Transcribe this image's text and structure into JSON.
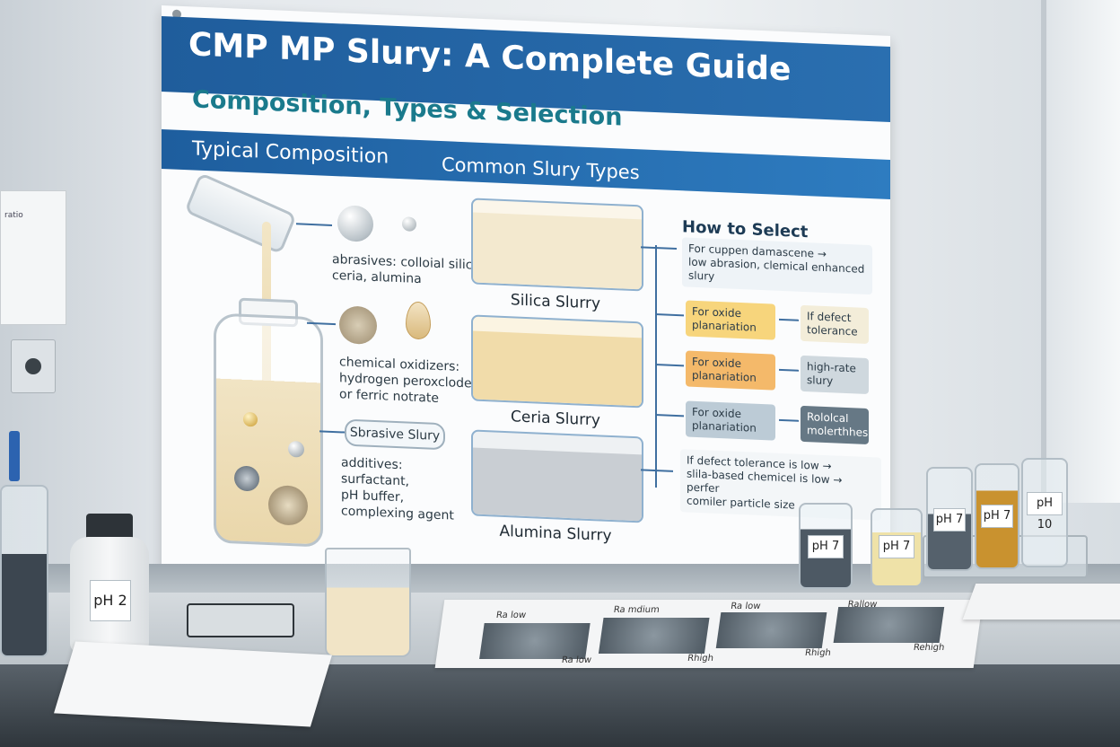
{
  "poster": {
    "title": "CMP MP Slury: A Complete Guide",
    "subtitle": "Composition, Types & Selection",
    "sections": {
      "composition": "Typical Composition",
      "types": "Common Slury Types"
    },
    "composition": {
      "abrasives": [
        "abrasives: colloial silica,",
        "ceria, alumina"
      ],
      "oxidizers": [
        "chemical oxidizers:",
        "hydrogen peroxclode",
        "or ferric notrate"
      ],
      "label_box": "Sbrasive Slury",
      "additives": [
        "additives:",
        "surfactant,",
        "pH buffer,",
        "complexing agent"
      ]
    },
    "slurry_types": [
      {
        "label": "Silica Slurry",
        "color": "#f3e9cf"
      },
      {
        "label": "Ceria Slurry",
        "color": "#f1dcaa"
      },
      {
        "label": "Alumina Slurry",
        "color": "#c9ced3"
      }
    ],
    "selection": {
      "title": "How to Select",
      "top_rule": [
        "For cuppen damascene →",
        "low abrasion, clemical enhanced slury"
      ],
      "rows": [
        {
          "left": [
            "For oxide",
            "planariation"
          ],
          "left_color": "#f7d57c",
          "right": [
            "If defect",
            "tolerance"
          ],
          "right_color": "#f3edd9"
        },
        {
          "left": [
            "For oxide",
            "planariation"
          ],
          "left_color": "#f4b96a",
          "right": [
            "high-rate",
            "slury"
          ],
          "right_color": "#cfd8de"
        },
        {
          "left": [
            "For oxide",
            "planariation"
          ],
          "left_color": "#bccbd6",
          "right": [
            "Rololcal",
            "molerthhes"
          ],
          "right_color": "#667885"
        }
      ],
      "bottom_rule": [
        "If defect tolerance is low →",
        "slila-based chemicel is low → perfer",
        "comiler particle size"
      ]
    }
  },
  "wall_chart_text": "ratio",
  "bench": {
    "bottles": [
      {
        "label": "pH 2"
      },
      {
        "label": "pH 7"
      },
      {
        "label": "pH 7"
      },
      {
        "label": "pH 7"
      },
      {
        "label": "pH 7"
      },
      {
        "label": "pH 10"
      }
    ],
    "samples": {
      "top_captions": [
        "Ra low",
        "Ra mdium",
        "Ra low",
        "Rallow"
      ],
      "bottom_captions": [
        "Ra low",
        "Rhigh",
        "Rhigh",
        "Rehigh"
      ]
    }
  }
}
